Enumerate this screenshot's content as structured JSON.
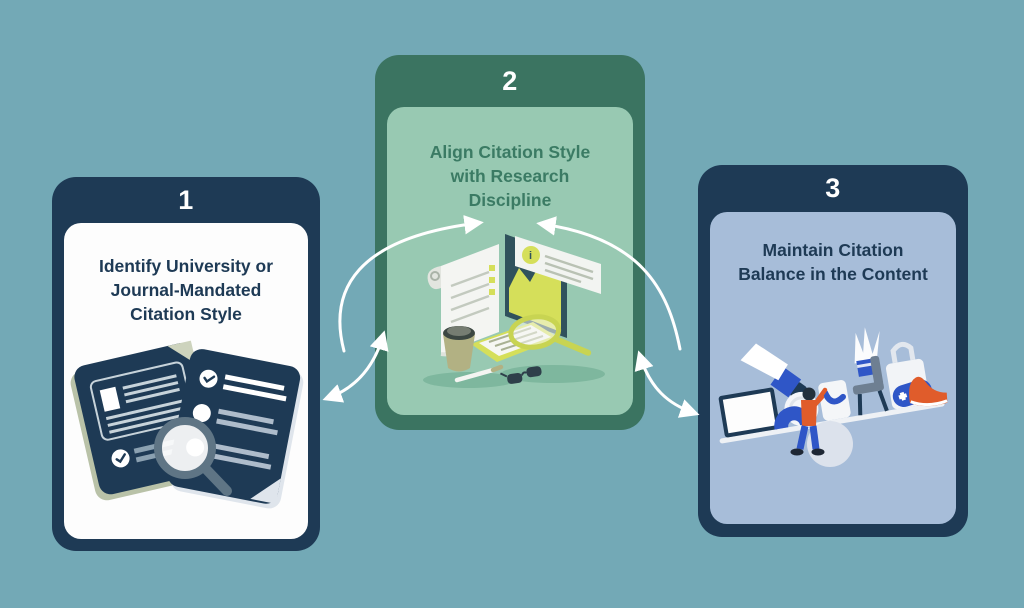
{
  "background_color": "#73a9b6",
  "cards": [
    {
      "number": "1",
      "title": "Identify University or\nJournal-Mandated\nCitation Style",
      "outer_color": "#1e3a55",
      "inner_color": "#fdfdfd",
      "title_color": "#1e3a55",
      "number_color": "#ffffff",
      "illustration": "two-documents-with-magnifying-glass"
    },
    {
      "number": "2",
      "title": "Align Citation Style\nwith Research\nDiscipline",
      "outer_color": "#3b7461",
      "inner_color": "#98c9b2",
      "title_color": "#3b7b64",
      "number_color": "#ffffff",
      "illustration": "isometric-research-desk-scroll-chart-notepad"
    },
    {
      "number": "3",
      "title": "Maintain Citation\nBalance in the Content",
      "outer_color": "#1e3a55",
      "inner_color": "#a7bdd9",
      "title_color": "#1e3a55",
      "number_color": "#ffffff",
      "illustration": "seesaw-balance-with-objects-and-person"
    }
  ],
  "arrows": {
    "color": "#ffffff",
    "links": [
      {
        "from": "1",
        "to": "2",
        "style": "curved",
        "bidirectional": true
      },
      {
        "from": "2",
        "to": "3",
        "style": "curved",
        "bidirectional": true
      }
    ]
  }
}
